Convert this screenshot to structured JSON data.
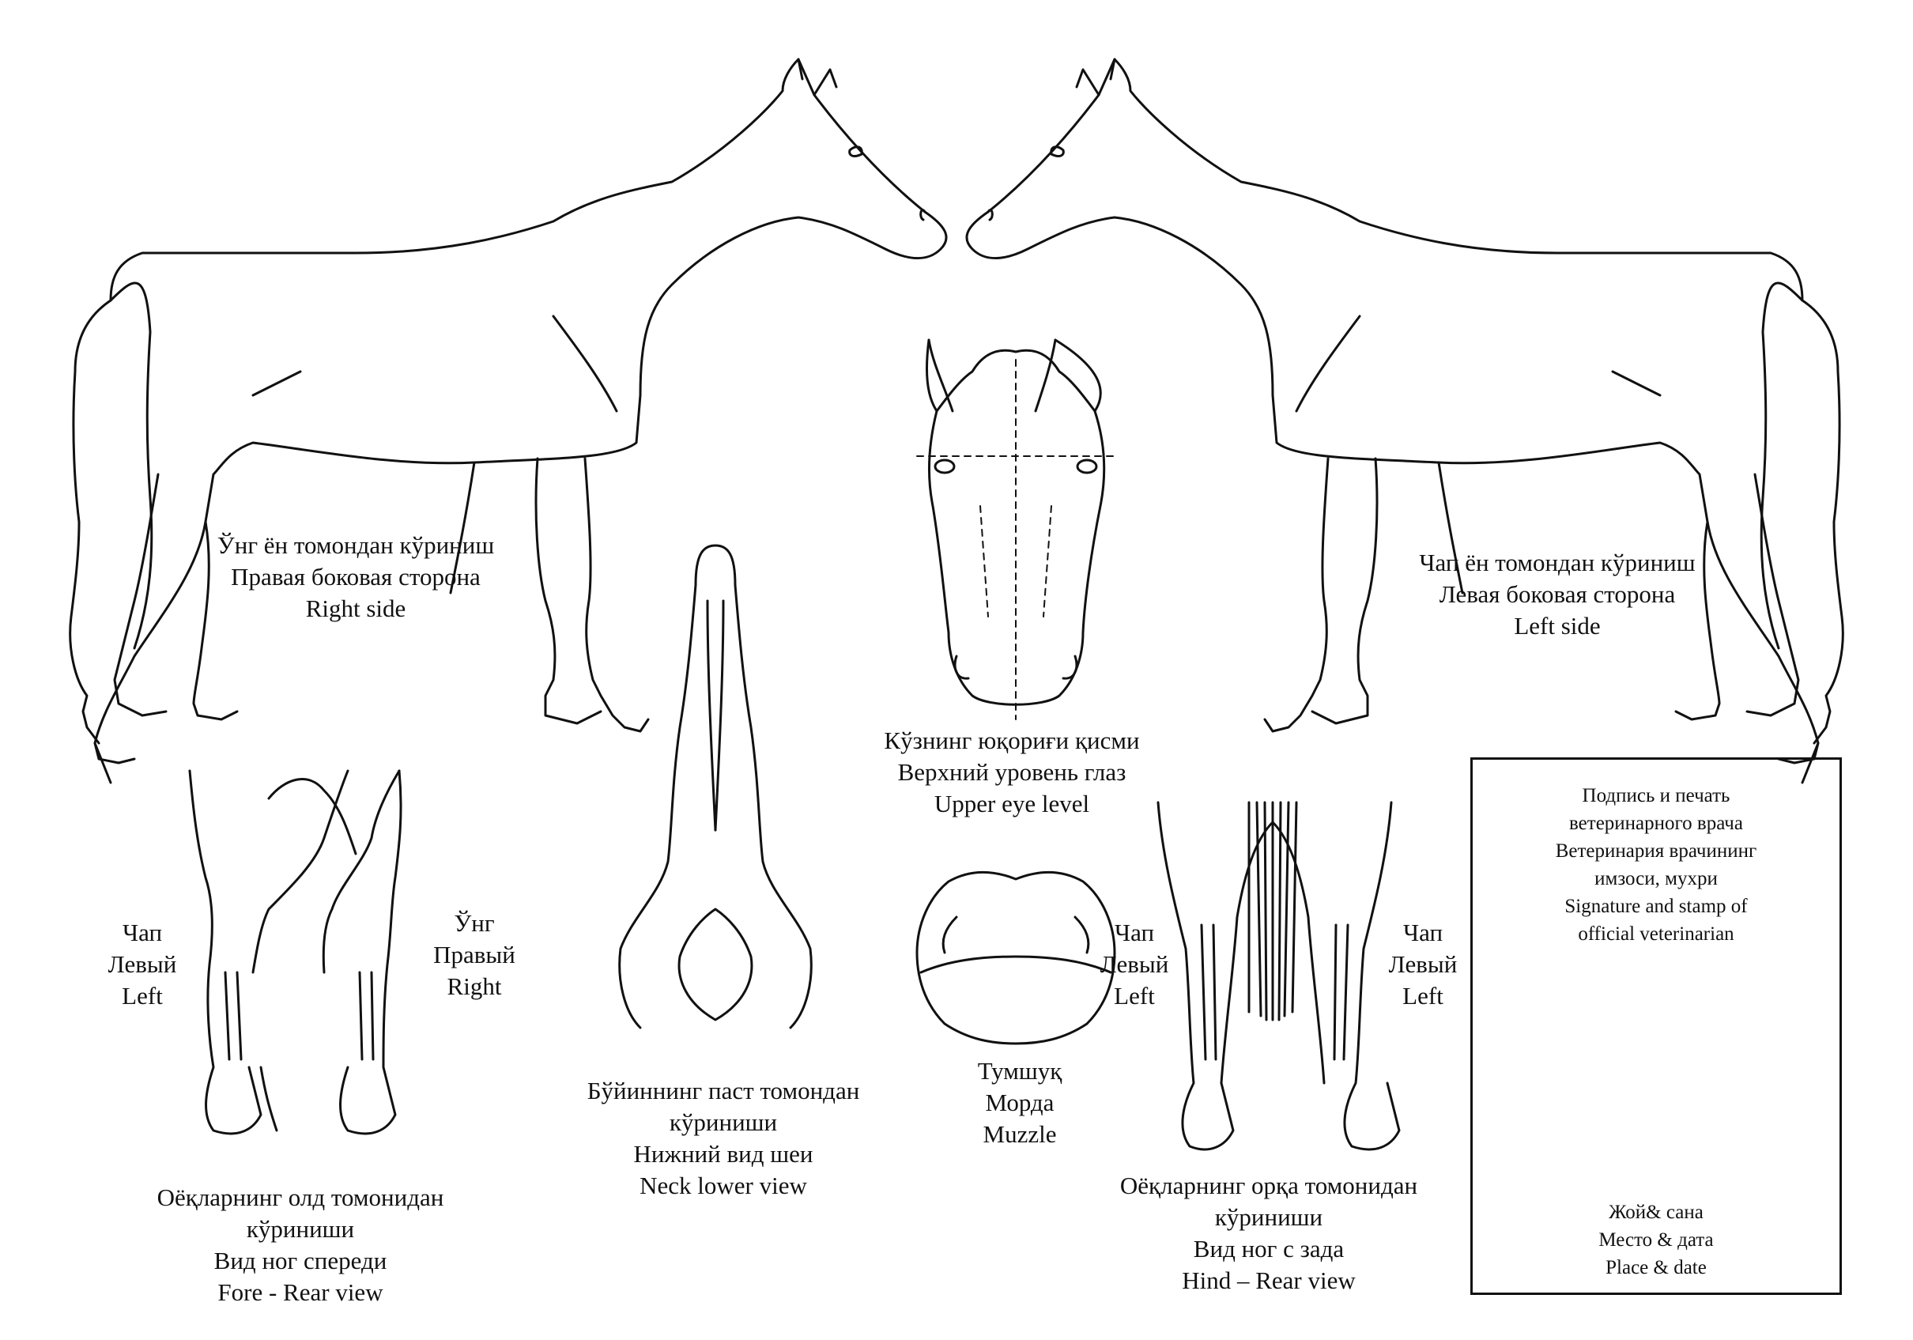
{
  "horse_right": {
    "line1": "Ўнг ён томондан кўриниш",
    "line2": "Правая боковая сторона",
    "line3": "Right side"
  },
  "horse_left": {
    "line1": "Чап ён томондан кўриниш",
    "line2": "Левая боковая сторона",
    "line3": "Left side"
  },
  "head_front": {
    "line1": "Кўзнинг юқориғи қисми",
    "line2": "Верхний уровень глаз",
    "line3": "Upper eye level"
  },
  "neck": {
    "line1": "Бўйиннинг паст томондан",
    "line2": "кўриниши",
    "line3": "Нижний вид шеи",
    "line4": "Neck lower view"
  },
  "muzzle": {
    "line1": "Тумшуқ",
    "line2": "Морда",
    "line3": "Muzzle"
  },
  "fore_legs": {
    "left": {
      "line1": "Чап",
      "line2": "Левый",
      "line3": "Left"
    },
    "right": {
      "line1": "Ўнг",
      "line2": "Правый",
      "line3": "Right"
    },
    "caption": {
      "line1": "Оёқларнинг олд томонидан",
      "line2": "кўриниши",
      "line3": "Вид ног спереди",
      "line4": "Fore - Rear view"
    }
  },
  "hind_legs": {
    "left": {
      "line1": "Чап",
      "line2": "Левый",
      "line3": "Left"
    },
    "right": {
      "line1": "Чап",
      "line2": "Левый",
      "line3": "Left"
    },
    "caption": {
      "line1": "Оёқларнинг орқа томонидан",
      "line2": "кўриниши",
      "line3": "Вид ног с зада",
      "line4": "Hind – Rear view"
    }
  },
  "signature_box": {
    "line1": "Подпись и печать",
    "line2": "ветеринарного врача",
    "line3": "Ветеринария врачининг",
    "line4": "имзоси, мухри",
    "line5": "Signature and stamp of",
    "line6": "official veterinarian",
    "place1": "Жой& сана",
    "place2": "Место & дата",
    "place3": "Place & date"
  }
}
